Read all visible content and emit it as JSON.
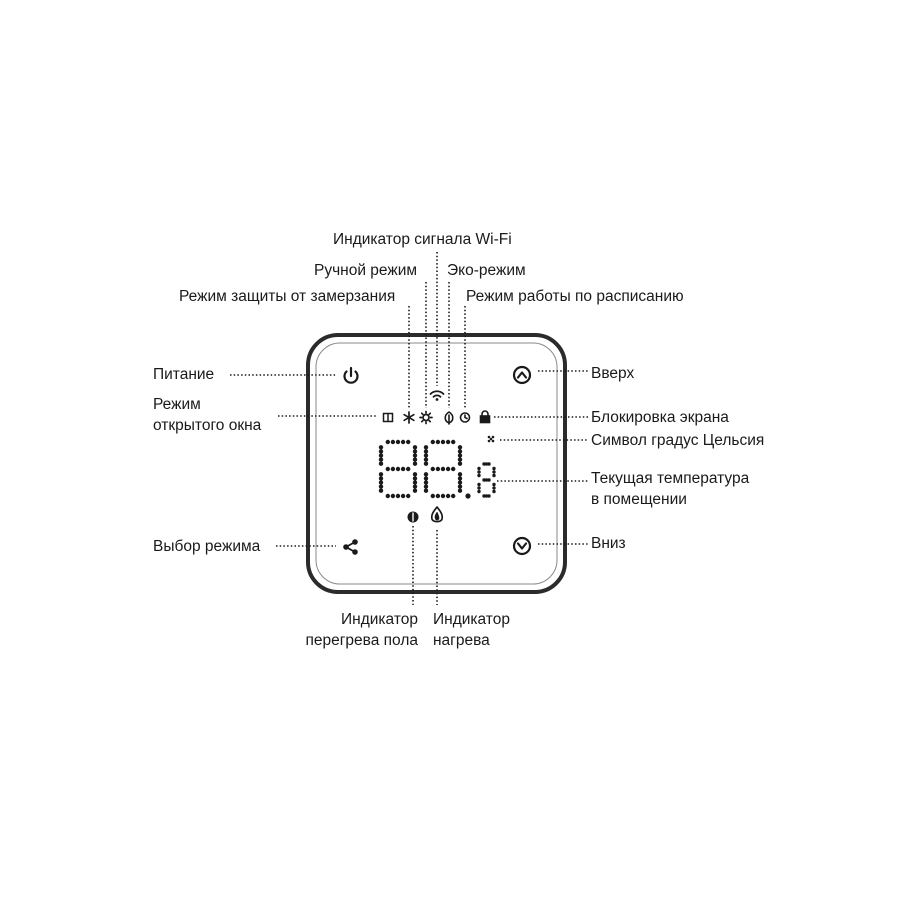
{
  "labels": {
    "wifi": "Индикатор сигнала Wi-Fi",
    "manual": "Ручной режим",
    "eco": "Эко-режим",
    "frost": "Режим защиты от замерзания",
    "schedule": "Режим работы по расписанию",
    "power": "Питание",
    "up": "Вверх",
    "open_window": [
      "Режим",
      "открытого окна"
    ],
    "lock": "Блокировка экрана",
    "celsius": "Символ градус Цельсия",
    "current_temp": [
      "Текущая температура",
      "в помещении"
    ],
    "mode_select": "Выбор режима",
    "down": "Вниз",
    "floor_overheat": [
      "Индикатор",
      "перегрева пола"
    ],
    "heating": [
      "Индикатор",
      "нагрева"
    ]
  },
  "display": {
    "digits": "88.8"
  },
  "colors": {
    "ink": "#1a1a1a",
    "frame": "#2b2b2b"
  },
  "icons": [
    "power-icon",
    "up-arrow-icon",
    "down-arrow-icon",
    "share-icon",
    "window-icon",
    "snowflake-icon",
    "sun-icon",
    "wifi-icon",
    "leaf-icon",
    "clock-icon",
    "lock-icon",
    "celsius-icon",
    "floor-heat-icon",
    "flame-icon"
  ]
}
